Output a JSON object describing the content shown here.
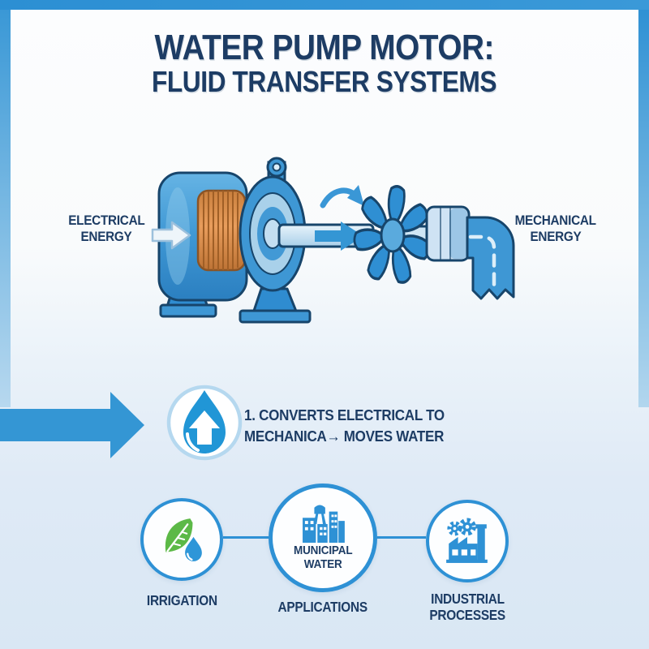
{
  "title": {
    "line1": "WATER PUMP MOTOR:",
    "line2": "FLUID TRANSFER SYSTEMS"
  },
  "hero": {
    "input_label_1": "ELECTRICAL",
    "input_label_2": "ENERGY",
    "output_label_1": "MECHANICAL",
    "output_label_2": "ENERGY",
    "icons": {
      "motor": "electric-motor-with-copper-coil",
      "impeller": "pump-impeller",
      "pipe": "water-outlet-pipe",
      "rotation_arrow": "rotation-arrow",
      "shaft_arrow": "shaft-flow-arrow",
      "input_arrow": "electrical-input-arrow"
    }
  },
  "keypoint": {
    "line1": "1. CONVERTS ELECTRICAL TO",
    "line2": "MECHANICA→ MOVES WATER",
    "icon": "water-drop-up-arrow"
  },
  "applications": {
    "center_text_1": "MUNICIPAL",
    "center_text_2": "WATER",
    "label_left": "IRRIGATION",
    "label_center": "APPLICATIONS",
    "label_right_1": "INDUSTRIAL",
    "label_right_2": "PROCESSES",
    "icons": {
      "left": "leaf-water-drop",
      "center": "city-water-tower",
      "right": "factory-gears"
    }
  },
  "colors": {
    "navy_text": "#1d3c64",
    "accent_blue": "#3496d4",
    "frame_blue": "#2f91d4",
    "circle_border_blue": "#2e91d5",
    "copper_coil": "#de9252",
    "leaf_green": "#5cb947",
    "bg_bottom": "#d9e7f4"
  }
}
